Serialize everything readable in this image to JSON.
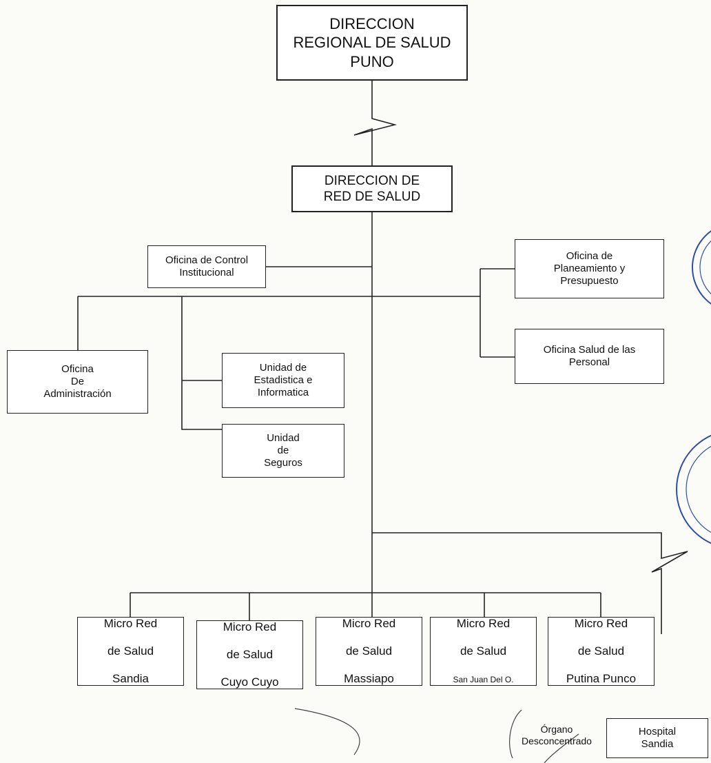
{
  "nodes": {
    "regional": "DIRECCION\nREGIONAL DE SALUD\nPUNO",
    "red": "DIRECCION DE\nRED DE SALUD",
    "control": "Oficina de Control\nInstitucional",
    "planeamiento": "Oficina de\nPlaneamiento y\nPresupuesto",
    "personal": "Oficina Salud de las\nPersonal",
    "administracion": "Oficina\nDe\nAdministración",
    "estadistica": "Unidad de\nEstadistica e\nInformatica",
    "seguros": "Unidad\nde\nSeguros",
    "hospital": "Hospital\nSandia"
  },
  "micro_redes": [
    {
      "line1": "Micro Red",
      "line2": "de Salud",
      "line3": "Sandia"
    },
    {
      "line1": "Micro Red",
      "line2": "de Salud",
      "line3": "Cuyo Cuyo"
    },
    {
      "line1": "Micro Red",
      "line2": "de Salud",
      "line3": "Massiapo"
    },
    {
      "line1": "Micro Red",
      "line2": "de Salud",
      "line3": "San Juan Del O."
    },
    {
      "line1": "Micro Red",
      "line2": "de Salud",
      "line3": "Putina Punco"
    }
  ],
  "notes": {
    "organo": "Órgano\nDesconcentrado"
  },
  "colors": {
    "line": "#222222",
    "seal": "#2f4ea8"
  }
}
